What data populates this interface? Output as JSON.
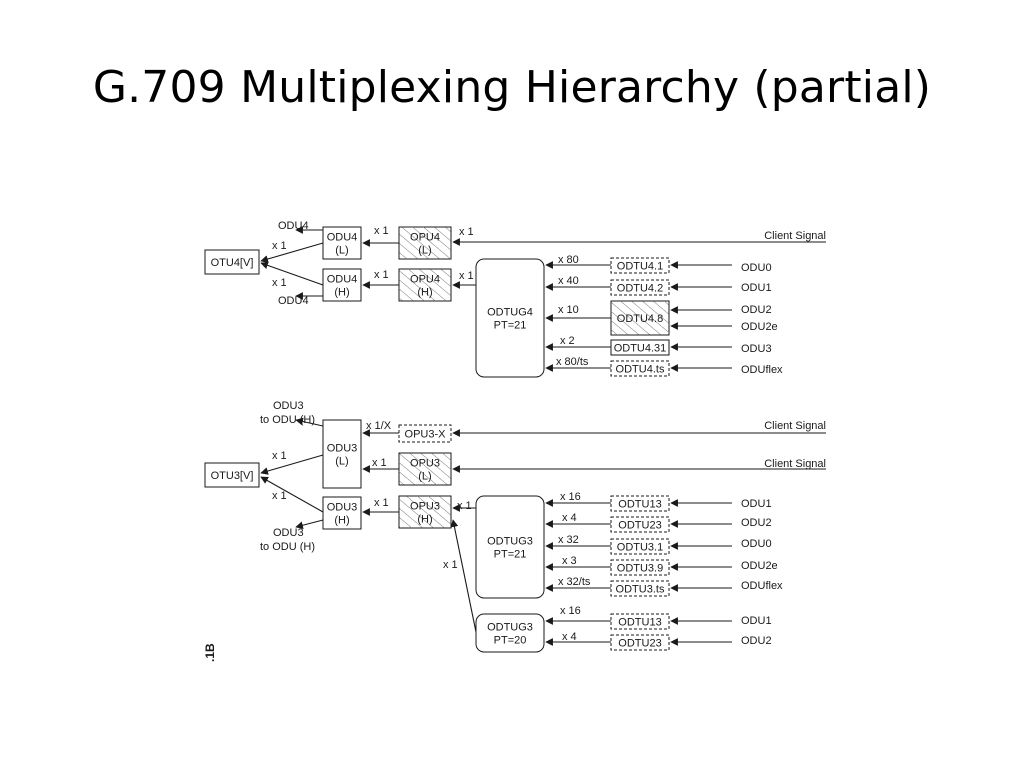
{
  "slide": {
    "title": "G.709 Multiplexing Hierarchy (partial)",
    "side_label": ".1B"
  },
  "colors": {
    "line": "#1a1a1a",
    "hatch": "#777777",
    "background": "#ffffff"
  },
  "diagram": {
    "nodes": [
      {
        "id": "otu4",
        "lines": [
          "OTU4[V]"
        ],
        "style": "plain"
      },
      {
        "id": "odu4l",
        "lines": [
          "ODU4",
          "(L)"
        ],
        "style": "plain"
      },
      {
        "id": "odu4h",
        "lines": [
          "ODU4",
          "(H)"
        ],
        "style": "plain"
      },
      {
        "id": "opu4l",
        "lines": [
          "OPU4",
          "(L)"
        ],
        "style": "hatched"
      },
      {
        "id": "opu4h",
        "lines": [
          "OPU4",
          "(H)"
        ],
        "style": "hatched"
      },
      {
        "id": "odtug4",
        "lines": [
          "ODTUG4",
          "PT=21"
        ],
        "style": "rounded"
      },
      {
        "id": "odtu41",
        "lines": [
          "ODTU4.1"
        ],
        "style": "dashed"
      },
      {
        "id": "odtu42",
        "lines": [
          "ODTU4.2"
        ],
        "style": "dashed"
      },
      {
        "id": "odtu48",
        "lines": [
          "ODTU4.8"
        ],
        "style": "hatched"
      },
      {
        "id": "odtu431",
        "lines": [
          "ODTU4.31"
        ],
        "style": "plain"
      },
      {
        "id": "odtu4ts",
        "lines": [
          "ODTU4.ts"
        ],
        "style": "dashed"
      },
      {
        "id": "otu3",
        "lines": [
          "OTU3[V]"
        ],
        "style": "plain"
      },
      {
        "id": "odu3l",
        "lines": [
          "ODU3",
          "(L)"
        ],
        "style": "plain"
      },
      {
        "id": "odu3h",
        "lines": [
          "ODU3",
          "(H)"
        ],
        "style": "plain"
      },
      {
        "id": "opu3x",
        "lines": [
          "OPU3-X"
        ],
        "style": "dashed"
      },
      {
        "id": "opu3l",
        "lines": [
          "OPU3",
          "(L)"
        ],
        "style": "hatched"
      },
      {
        "id": "opu3h",
        "lines": [
          "OPU3",
          "(H)"
        ],
        "style": "hatched"
      },
      {
        "id": "odtug3a",
        "lines": [
          "ODTUG3",
          "PT=21"
        ],
        "style": "rounded"
      },
      {
        "id": "odtug3b",
        "lines": [
          "ODTUG3",
          "PT=20"
        ],
        "style": "rounded"
      },
      {
        "id": "odtu13a",
        "lines": [
          "ODTU13"
        ],
        "style": "dashed"
      },
      {
        "id": "odtu23a",
        "lines": [
          "ODTU23"
        ],
        "style": "dashed"
      },
      {
        "id": "odtu31",
        "lines": [
          "ODTU3.1"
        ],
        "style": "dashed"
      },
      {
        "id": "odtu39",
        "lines": [
          "ODTU3.9"
        ],
        "style": "dashed"
      },
      {
        "id": "odtu3ts",
        "lines": [
          "ODTU3.ts"
        ],
        "style": "dashed"
      },
      {
        "id": "odtu13b",
        "lines": [
          "ODTU13"
        ],
        "style": "dashed"
      },
      {
        "id": "odtu23b",
        "lines": [
          "ODTU23"
        ],
        "style": "dashed"
      }
    ],
    "labels": [
      {
        "id": "odu4-top",
        "text": "ODU4"
      },
      {
        "id": "x1-otu4-top",
        "text": "x 1"
      },
      {
        "id": "x1-otu4-bot",
        "text": "x 1"
      },
      {
        "id": "odu4-bot",
        "text": "ODU4"
      },
      {
        "id": "x1-odu4l",
        "text": "x 1"
      },
      {
        "id": "x1-opu4l",
        "text": "x 1"
      },
      {
        "id": "x1-odu4h",
        "text": "x 1"
      },
      {
        "id": "x1-opu4h",
        "text": "x 1"
      },
      {
        "id": "client-signal-1",
        "text": "Client Signal"
      },
      {
        "id": "x80",
        "text": "x 80"
      },
      {
        "id": "x40",
        "text": "x 40"
      },
      {
        "id": "x10",
        "text": "x 10"
      },
      {
        "id": "x2",
        "text": "x 2"
      },
      {
        "id": "x80ts",
        "text": "x 80/ts"
      },
      {
        "id": "in-odu0-a",
        "text": "ODU0"
      },
      {
        "id": "in-odu1-a",
        "text": "ODU1"
      },
      {
        "id": "in-odu2-a",
        "text": "ODU2"
      },
      {
        "id": "in-odu2e-a",
        "text": "ODU2e"
      },
      {
        "id": "in-odu3-a",
        "text": "ODU3"
      },
      {
        "id": "in-oduflex-a",
        "text": "ODUflex"
      },
      {
        "id": "odu3-top-1",
        "text": "ODU3"
      },
      {
        "id": "odu3-top-2",
        "text": "to ODU (H)"
      },
      {
        "id": "x1x",
        "text": "x 1/X"
      },
      {
        "id": "x1-otu3-top",
        "text": "x 1"
      },
      {
        "id": "x1-odu3l",
        "text": "x 1"
      },
      {
        "id": "x1-otu3-bot",
        "text": "x 1"
      },
      {
        "id": "x1-odu3h",
        "text": "x 1"
      },
      {
        "id": "x1-opu3h",
        "text": "x 1"
      },
      {
        "id": "x1-odtug3b",
        "text": "x 1"
      },
      {
        "id": "odu3-bot-1",
        "text": "ODU3"
      },
      {
        "id": "odu3-bot-2",
        "text": "to ODU (H)"
      },
      {
        "id": "client-signal-2",
        "text": "Client Signal"
      },
      {
        "id": "client-signal-3",
        "text": "Client Signal"
      },
      {
        "id": "x16-a",
        "text": "x 16"
      },
      {
        "id": "x4-a",
        "text": "x 4"
      },
      {
        "id": "x32",
        "text": "x 32"
      },
      {
        "id": "x3",
        "text": "x 3"
      },
      {
        "id": "x32ts",
        "text": "x 32/ts"
      },
      {
        "id": "x16-b",
        "text": "x 16"
      },
      {
        "id": "x4-b",
        "text": "x 4"
      },
      {
        "id": "in-odu1-b",
        "text": "ODU1"
      },
      {
        "id": "in-odu2-b",
        "text": "ODU2"
      },
      {
        "id": "in-odu0-b",
        "text": "ODU0"
      },
      {
        "id": "in-odu2e-b",
        "text": "ODU2e"
      },
      {
        "id": "in-oduflex-b",
        "text": "ODUflex"
      },
      {
        "id": "in-odu1-c",
        "text": "ODU1"
      },
      {
        "id": "in-odu2-c",
        "text": "ODU2"
      }
    ]
  }
}
